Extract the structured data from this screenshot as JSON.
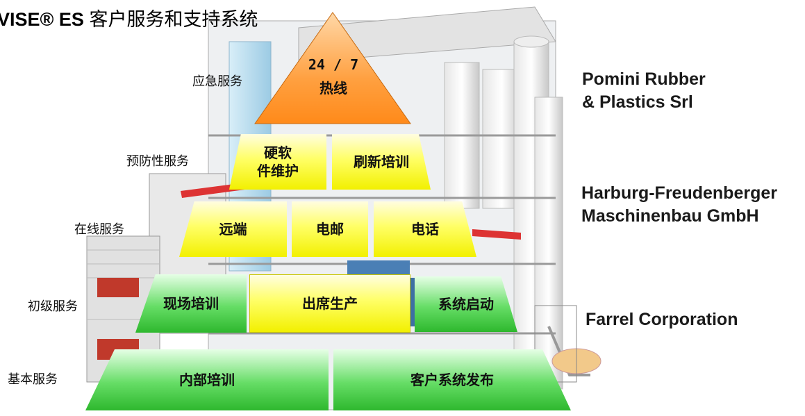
{
  "title": {
    "brand": "VISE® ES",
    "text": " 客户服务和支持系统"
  },
  "levels": {
    "emergency": "应急服务",
    "preventive": "预防性服务",
    "online": "在线服务",
    "primary": "初级服务",
    "basic": "基本服务"
  },
  "companies": {
    "pomini": "Pomini Rubber\n& Plastics Srl",
    "harburg": "Harburg-Freudenberger\nMaschinenbau GmbH",
    "farrel": "Farrel Corporation"
  },
  "pyramid": {
    "top": {
      "line1": "24 / 7",
      "line2": "热线"
    },
    "preventive": {
      "hardware_software": "硬软\n件维护",
      "refresh_training": "刷新培训"
    },
    "online": {
      "remote": "远端",
      "email": "电邮",
      "phone": "电话"
    },
    "primary": {
      "onsite_training": "现场培训",
      "attend_production": "出席生产",
      "system_startup": "系统启动"
    },
    "basic": {
      "internal_training": "内部培训",
      "customer_release": "客户系统发布"
    }
  },
  "colors": {
    "top": "#ff9933",
    "middle": "#ffff66",
    "base": "#44cc44"
  }
}
